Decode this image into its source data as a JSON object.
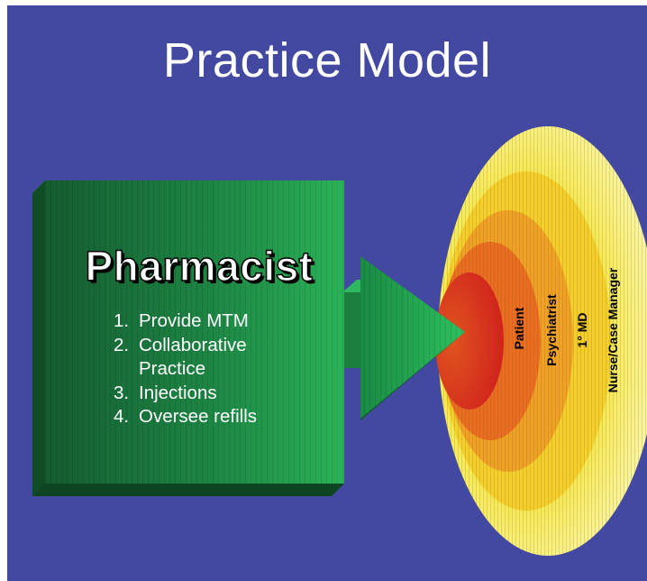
{
  "title": "Practice Model",
  "pharmacist": {
    "heading": "Pharmacist",
    "items": [
      {
        "num": "1.",
        "text": "Provide MTM"
      },
      {
        "num": "2.",
        "text": "Collaborative Practice"
      },
      {
        "num": "3.",
        "text": "Injections"
      },
      {
        "num": "4.",
        "text": "Oversee refills"
      }
    ]
  },
  "rings": {
    "labels": [
      "Patient",
      "Psychiatrist",
      "1° MD",
      "Nurse/Case Manager"
    ]
  },
  "colors": {
    "background": "#4349a1",
    "box_green": "#1f8c48",
    "arrow_green": "#22a24d",
    "ring_outer": "#f7ef7a",
    "ring_1": "#f7d52e",
    "ring_2": "#f2a624",
    "ring_3": "#ea6c22",
    "ring_core": "#de2d20"
  }
}
